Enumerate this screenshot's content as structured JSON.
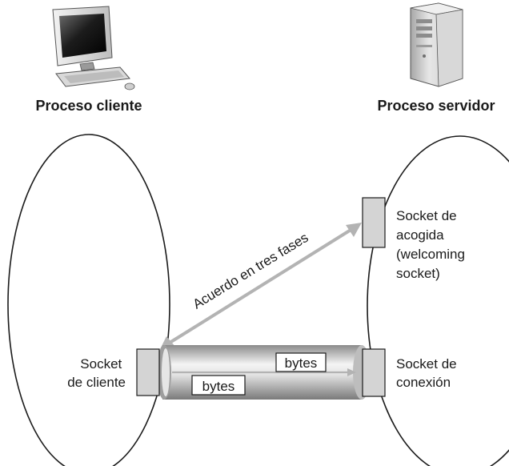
{
  "client": {
    "title": "Proceso cliente",
    "socket_label_lines": [
      "Socket",
      "de cliente"
    ],
    "computer_icon": "desktop-computer-icon"
  },
  "server": {
    "title": "Proceso servidor",
    "welcoming_label_lines": [
      "Socket de",
      "acogida",
      "(welcoming",
      "socket)"
    ],
    "connection_label_lines": [
      "Socket de",
      "conexión"
    ],
    "server_icon": "server-tower-icon"
  },
  "handshake": {
    "label": "Acuerdo en tres fases"
  },
  "pipe": {
    "bytes_top": "bytes",
    "bytes_bottom": "bytes"
  },
  "colors": {
    "socket_fill": "#d4d4d4",
    "arrow": "#b3b3b3",
    "outline": "#1a1a1a"
  }
}
